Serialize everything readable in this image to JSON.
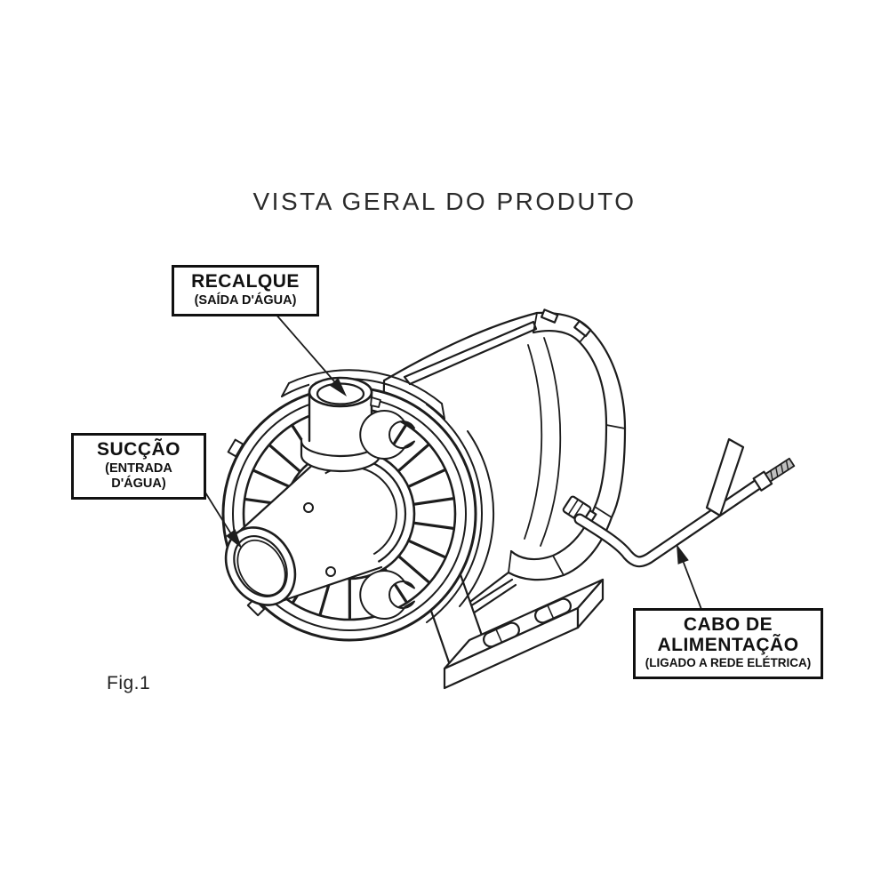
{
  "title": "VISTA GERAL DO PRODUTO",
  "figure_caption": "Fig.1",
  "labels": {
    "recalque": {
      "title": "RECALQUE",
      "subtitle": "(SAÍDA D'ÁGUA)"
    },
    "succao": {
      "title": "SUCÇÃO",
      "subtitle": "(ENTRADA D'ÁGUA)"
    },
    "cabo": {
      "line1": "CABO DE",
      "line2": "ALIMENTAÇÃO",
      "subtitle": "(LIGADO A REDE ELÉTRICA)"
    }
  },
  "colors": {
    "paper": "#ffffff",
    "ink": "#1d1d1d",
    "label_border": "#111111",
    "cable_wire_end": "#bfbfbf"
  }
}
